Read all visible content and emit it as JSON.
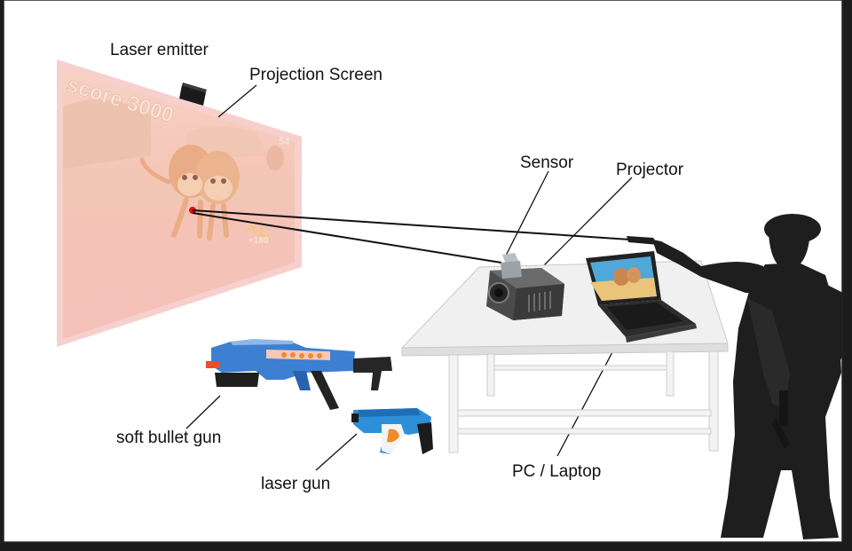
{
  "labels": {
    "laser_emitter": "Laser emitter",
    "projection_screen": "Projection Screen",
    "sensor": "Sensor",
    "projector": "Projector",
    "soft_bullet_gun": "soft bullet gun",
    "laser_gun": "laser gun",
    "pc_laptop": "PC / Laptop"
  },
  "screen": {
    "score_text": "score 3000",
    "corner_text": "54",
    "hit_text": "+180"
  },
  "colors": {
    "screen_tint": "#f2b8b0",
    "laser_dot": "#e01010",
    "line": "#111111",
    "blaster_blue": "#3d7fd0",
    "pistol_blue": "#2c8fd8",
    "accent_orange": "#f08a2a"
  },
  "icons": [
    "laser-emitter-icon",
    "projector-icon",
    "sensor-icon",
    "laptop-icon",
    "table-icon",
    "soldier-icon",
    "soft-bullet-gun-icon",
    "laser-gun-icon",
    "monkey-icon"
  ]
}
